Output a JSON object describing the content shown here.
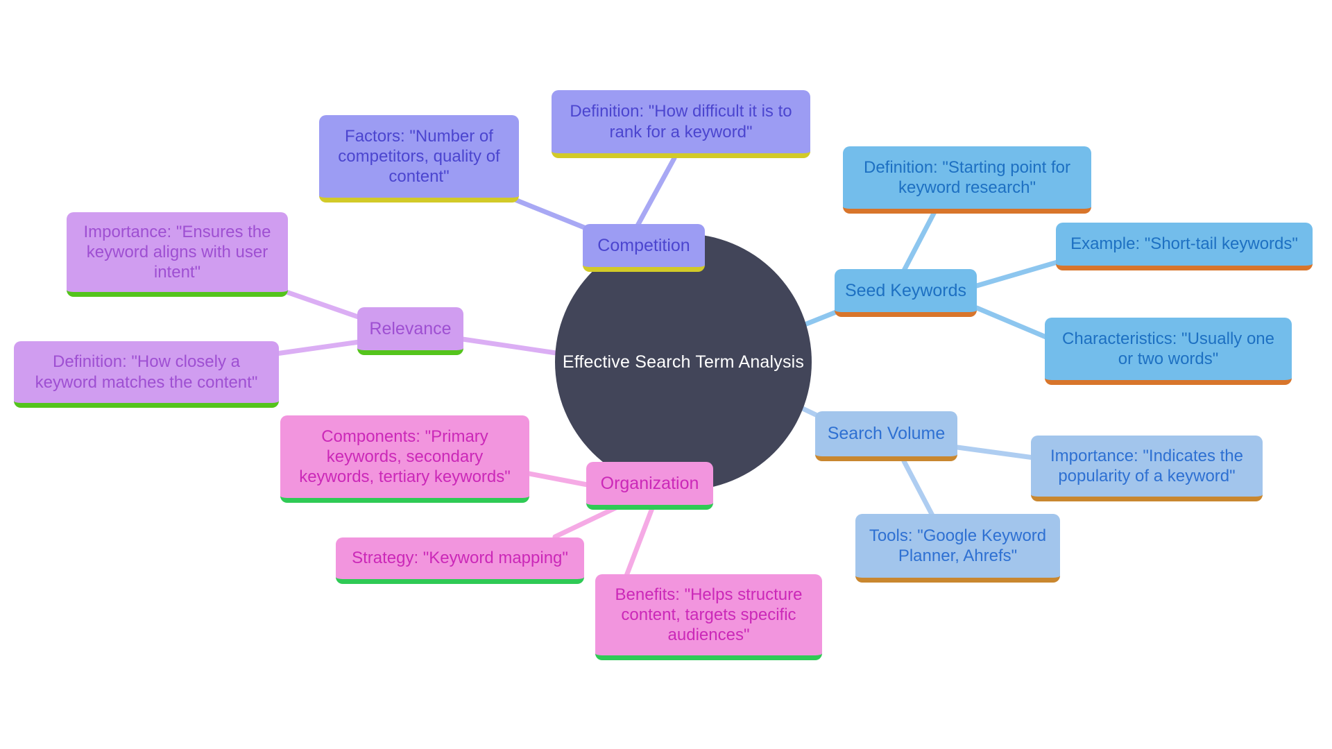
{
  "mindmap": {
    "background_color": "#ffffff",
    "center": {
      "label": "Effective Search Term Analysis",
      "fill": "#424559",
      "text_color": "#ffffff"
    },
    "branches": [
      {
        "id": "competition",
        "label": "Competition",
        "fill": "#9c9cf3",
        "text_color": "#4b45cf",
        "underline_color": "#d2ca28",
        "edge_color": "#a8a8f4",
        "children": [
          {
            "label": "Definition: \"How difficult it is to rank for a keyword\""
          },
          {
            "label": "Factors: \"Number of competitors, quality of content\""
          }
        ]
      },
      {
        "id": "relevance",
        "label": "Relevance",
        "fill": "#d09df0",
        "text_color": "#9e4fd2",
        "underline_color": "#54c41c",
        "edge_color": "#dbaef4",
        "children": [
          {
            "label": "Importance: \"Ensures the keyword aligns with user intent\""
          },
          {
            "label": "Definition: \"How closely a keyword matches the content\""
          }
        ]
      },
      {
        "id": "organization",
        "label": "Organization",
        "fill": "#f295de",
        "text_color": "#cb28b8",
        "underline_color": "#2fca55",
        "edge_color": "#f5aae5",
        "children": [
          {
            "label": "Components: \"Primary keywords, secondary keywords, tertiary keywords\""
          },
          {
            "label": "Strategy: \"Keyword mapping\""
          },
          {
            "label": "Benefits: \"Helps structure content, targets specific audiences\""
          }
        ]
      },
      {
        "id": "seed-keywords",
        "label": "Seed Keywords",
        "fill": "#73bdeb",
        "text_color": "#1d70c2",
        "underline_color": "#d8752b",
        "edge_color": "#8dc6ef",
        "children": [
          {
            "label": "Definition: \"Starting point for keyword research\""
          },
          {
            "label": "Example: \"Short-tail keywords\""
          },
          {
            "label": "Characteristics: \"Usually one or two words\""
          }
        ]
      },
      {
        "id": "search-volume",
        "label": "Search Volume",
        "fill": "#a2c5ec",
        "text_color": "#2e70d2",
        "underline_color": "#c9872f",
        "edge_color": "#aecdf1",
        "children": [
          {
            "label": "Importance: \"Indicates the popularity of a keyword\""
          },
          {
            "label": "Tools: \"Google Keyword Planner, Ahrefs\""
          }
        ]
      }
    ]
  }
}
